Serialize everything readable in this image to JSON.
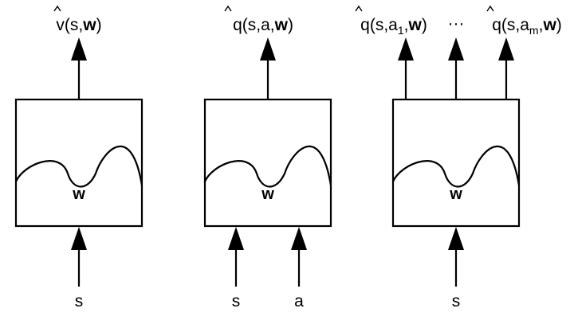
{
  "diagram": {
    "panels": [
      {
        "id": "state-value",
        "weight_label": "w",
        "outputs": [
          {
            "hat": "v",
            "args": "(s,",
            "bold": "w",
            "close": ")"
          }
        ],
        "inputs": [
          "s"
        ]
      },
      {
        "id": "action-value",
        "weight_label": "w",
        "outputs": [
          {
            "hat": "q",
            "args": "(s,a,",
            "bold": "w",
            "close": ")"
          }
        ],
        "inputs": [
          "s",
          "a"
        ]
      },
      {
        "id": "multi-action-value",
        "weight_label": "w",
        "outputs": [
          {
            "hat": "q",
            "args": "(s,a",
            "sub": "1",
            "comma": ",",
            "bold": "w",
            "close": ")"
          },
          {
            "ellipsis": "···"
          },
          {
            "hat": "q",
            "args": "(s,a",
            "sub": "m",
            "comma": ",",
            "bold": "w",
            "close": ")"
          }
        ],
        "inputs": [
          "s"
        ]
      }
    ],
    "colors": {
      "stroke": "#000000",
      "background": "#ffffff"
    }
  }
}
